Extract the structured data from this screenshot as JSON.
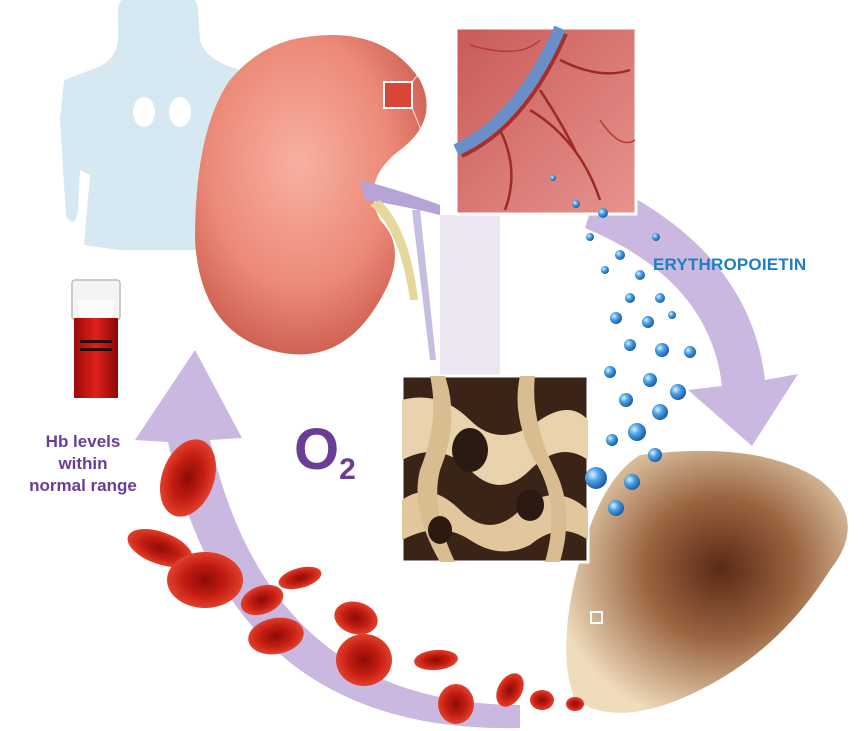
{
  "labels": {
    "erythropoietin": "ERYTHROPOIETIN",
    "hb_line1": "Hb levels",
    "hb_line2": "within",
    "hb_line3": "normal range",
    "o2_main": "O",
    "o2_sub": "2"
  },
  "colors": {
    "arrow": "#cbb8e0",
    "epo_text": "#1f7fc4",
    "label_text": "#6a3d97",
    "blood_cell": "#c21c12",
    "kidney": "#ec8a78",
    "silhouette": "#d6e8f2",
    "bone": "#e4cda9"
  },
  "icons": [
    "human-silhouette",
    "kidney",
    "vessel-inset",
    "bone-marrow-inset",
    "bone",
    "blood-tube",
    "red-blood-cells",
    "epo-molecules",
    "cycle-arrows"
  ]
}
